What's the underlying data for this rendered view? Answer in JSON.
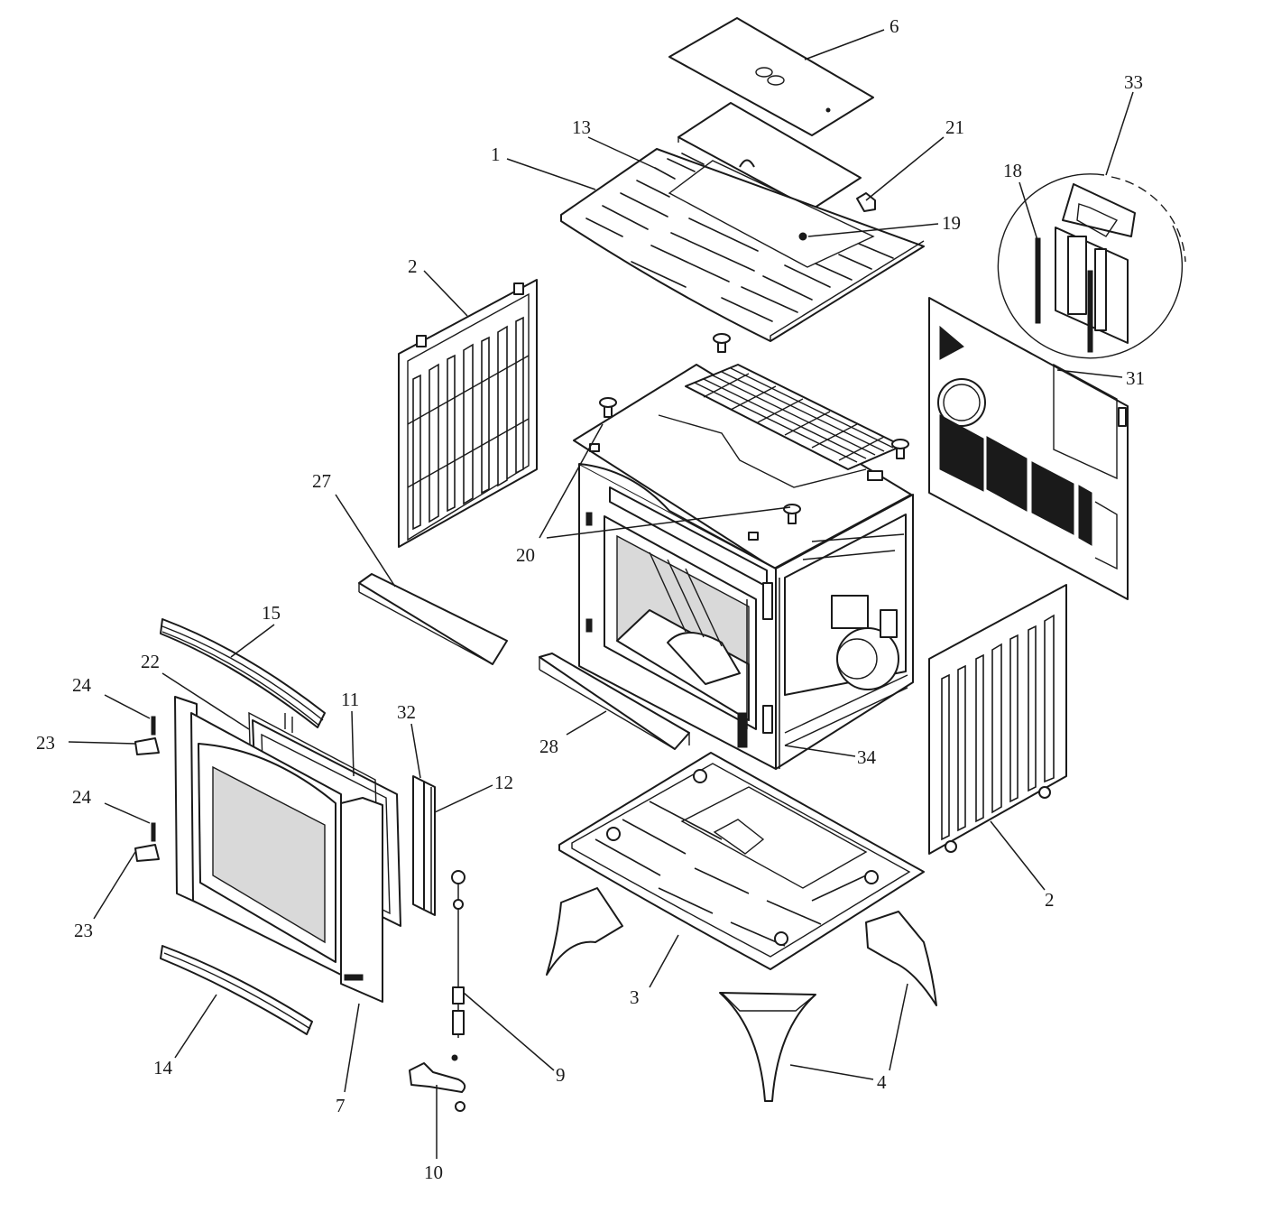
{
  "callouts": [
    {
      "id": "1",
      "text": "1"
    },
    {
      "id": "2a",
      "text": "2"
    },
    {
      "id": "2b",
      "text": "2"
    },
    {
      "id": "3",
      "text": "3"
    },
    {
      "id": "4a",
      "text": "4"
    },
    {
      "id": "4b",
      "text": "4"
    },
    {
      "id": "6",
      "text": "6"
    },
    {
      "id": "7",
      "text": "7"
    },
    {
      "id": "9",
      "text": "9"
    },
    {
      "id": "10",
      "text": "10"
    },
    {
      "id": "11",
      "text": "11"
    },
    {
      "id": "12",
      "text": "12"
    },
    {
      "id": "13",
      "text": "13"
    },
    {
      "id": "14",
      "text": "14"
    },
    {
      "id": "15",
      "text": "15"
    },
    {
      "id": "18",
      "text": "18"
    },
    {
      "id": "19",
      "text": "19"
    },
    {
      "id": "20",
      "text": "20"
    },
    {
      "id": "21",
      "text": "21"
    },
    {
      "id": "22",
      "text": "22"
    },
    {
      "id": "23a",
      "text": "23"
    },
    {
      "id": "23b",
      "text": "23"
    },
    {
      "id": "24a",
      "text": "24"
    },
    {
      "id": "24b",
      "text": "24"
    },
    {
      "id": "27",
      "text": "27"
    },
    {
      "id": "28",
      "text": "28"
    },
    {
      "id": "31",
      "text": "31"
    },
    {
      "id": "32",
      "text": "32"
    },
    {
      "id": "33",
      "text": "33"
    },
    {
      "id": "34",
      "text": "34"
    }
  ]
}
